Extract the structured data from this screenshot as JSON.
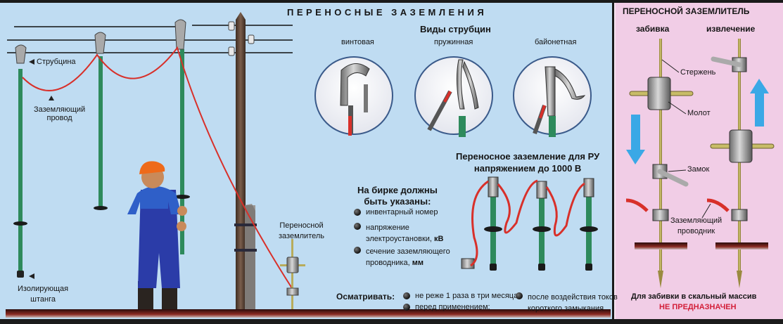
{
  "poster": {
    "title": "ПЕРЕНОСНЫЕ ЗАЗЕМЛЕНИЯ",
    "left_scene": {
      "label_clamp": "Струбцина",
      "label_ground_wire": [
        "Заземляющий",
        "провод"
      ],
      "label_insulating_rod": [
        "Изолирующая",
        "штанга"
      ],
      "label_portable_grounder": [
        "Переносной",
        "заземлитель"
      ]
    },
    "clamp_types": {
      "heading": "Виды струбцин",
      "items": [
        {
          "label": "винтовая"
        },
        {
          "label": "пружинная"
        },
        {
          "label": "байонетная"
        }
      ]
    },
    "tag_info": {
      "heading": [
        "На бирке должны",
        "быть указаны:"
      ],
      "items": [
        {
          "text": "инвентарный номер"
        },
        {
          "text": "напряжение",
          "text2": "электроустановки,",
          "unit": "кВ"
        },
        {
          "text": "сечение заземляющего",
          "text2": "проводника,",
          "unit": "мм"
        }
      ]
    },
    "ru_grounding": {
      "heading": [
        "Переносное заземление для РУ",
        "напряжением до 1000 В"
      ]
    },
    "inspect": {
      "label": "Осматривать:",
      "items": [
        {
          "text": "не реже 1 раза в три месяца;"
        },
        {
          "text": "перед применением;"
        },
        {
          "text": "после воздействия токов",
          "text2": "короткого замыкания"
        }
      ]
    },
    "right_panel": {
      "title": "ПЕРЕНОСНОЙ ЗАЗЕМЛИТЕЛЬ",
      "col_drive": "забивка",
      "col_extract": "извлечение",
      "label_rod": "Стержень",
      "label_hammer": "Молот",
      "label_lock": "Замок",
      "label_conductor": [
        "Заземляющий",
        "проводник"
      ],
      "note": "Для забивки в скальный массив",
      "warning": "НЕ ПРЕДНАЗНАЧЕН"
    },
    "colors": {
      "background_blue": "#bfdcf2",
      "background_pink": "#f1cde6",
      "wire_red": "#d8302a",
      "rod_green": "#2e8a5c",
      "arrow_blue": "#3aa8e6",
      "warning_red": "#d3203a"
    }
  }
}
